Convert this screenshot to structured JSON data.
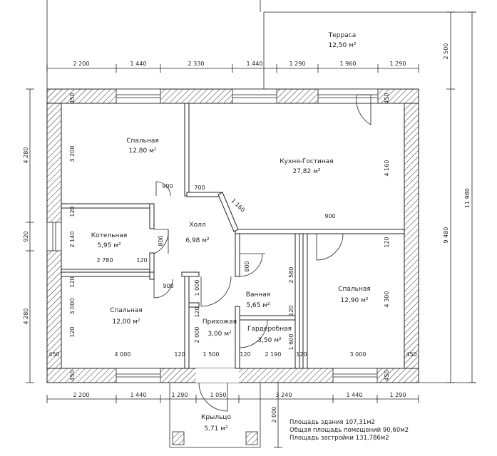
{
  "rooms": {
    "terrace": {
      "name": "Терраса",
      "area": "12,50 м²"
    },
    "bedroom1": {
      "name": "Спальная",
      "area": "12,80 м²"
    },
    "kitchen": {
      "name": "Кухня-Гостиная",
      "area": "27,82 м²"
    },
    "boiler": {
      "name": "Котельная",
      "area": "5,95 м²"
    },
    "hall": {
      "name": "Холл",
      "area": "6,98 м²"
    },
    "bath": {
      "name": "Ванная",
      "area": "5,65 м²"
    },
    "bedroom3": {
      "name": "Спальная",
      "area": "12,90 м²"
    },
    "bedroom2": {
      "name": "Спальная",
      "area": "12,00 м²"
    },
    "entry": {
      "name": "Прихожая",
      "area": "3,00 м²"
    },
    "wardrobe": {
      "name": "Гардеробная",
      "area": "3,50 м²"
    },
    "porch": {
      "name": "Крыльцо",
      "area": "5,71 м²"
    }
  },
  "dims": {
    "top": [
      "2 200",
      "1 440",
      "2 330",
      "1 440",
      "1 290",
      "1 960",
      "1 290"
    ],
    "bottom": [
      "2 200",
      "1 440",
      "1 290",
      "1 050",
      "3 240",
      "1 440",
      "1 290"
    ],
    "left": [
      "4 280",
      "920",
      "4 280"
    ],
    "right_terrace": "2 500",
    "right_inner": "9 480",
    "right_total": "11 980",
    "interior": {
      "d450a": "450",
      "d450b": "450",
      "d450c": "450",
      "d450d": "450",
      "d450e": "450",
      "d450f": "450",
      "d3200": "3 200",
      "d4160": "4 160",
      "d900a": "900",
      "d700": "700",
      "d1160": "1 160",
      "d900b": "900",
      "d120a": "120",
      "d2140": "2 140",
      "d2780": "2 780",
      "d120b": "120",
      "d800a": "800",
      "d800b": "800",
      "d2580": "2 580",
      "d120c": "120",
      "d120d": "120",
      "d900c": "900",
      "d1000": "1 000",
      "d120e": "120",
      "d3000a": "3 000",
      "d2000a": "2 000",
      "d120f": "120",
      "d4300": "4 300",
      "d1600": "1 600",
      "d4000": "4 000",
      "d120g": "120",
      "d1500": "1 500",
      "d120h": "120",
      "d2190": "2 190",
      "d120i": "120",
      "d3000b": "3 000",
      "d2000b": "2 000",
      "d120j": "120"
    }
  },
  "notes": {
    "building_area": "Площадь здания 107,31м2",
    "total_area": "Общая площадь помещений 90,60м2",
    "footprint": "Площадь застройки 131,786м2"
  }
}
